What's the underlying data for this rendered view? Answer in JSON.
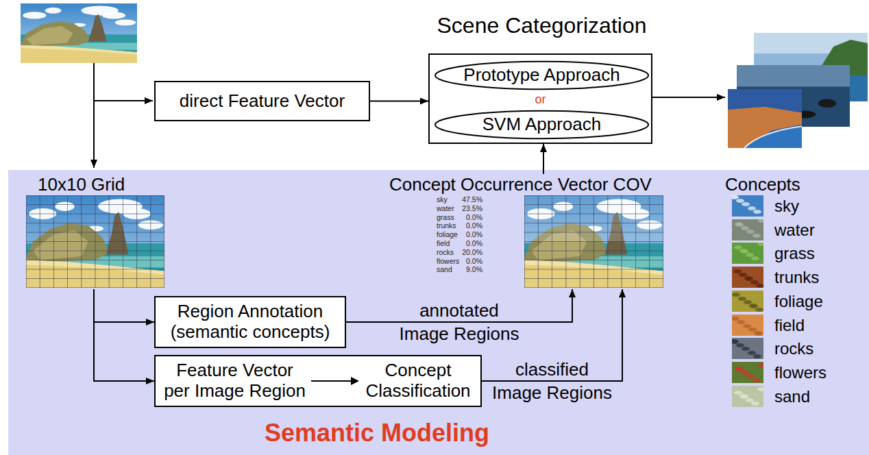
{
  "diagram": {
    "nodes": [
      {
        "text": [
          "Scene Categorization",
          "or"
        ]
      },
      {
        "text": [
          "Prototype Approach"
        ],
        "in": 0
      },
      {
        "text": [
          "SVM Approach"
        ],
        "in": 0
      },
      {
        "text": [
          "direct Feature Vector"
        ]
      },
      {
        "text": [
          "Semantic Modeling"
        ]
      },
      {
        "text": [
          "10x10 Grid"
        ],
        "in": 4
      },
      {
        "text": [
          "Concept Occurrence Vector COV"
        ],
        "in": 4
      },
      {
        "text": [
          "Region Annotation (semantic concepts)"
        ],
        "in": 4
      },
      {
        "text": [
          "Feature Vector per Image Region",
          "Concept Classification"
        ],
        "in": 4
      }
    ],
    "edges": [
      {
        "from": 3,
        "to": 0,
        "arrow": "to"
      },
      {
        "from": 6,
        "to": 0,
        "arrow": "to"
      },
      {
        "from": 5,
        "to": 7,
        "arrow": "to"
      },
      {
        "from": 5,
        "to": 8,
        "arrow": "to"
      },
      {
        "from": 7,
        "to": 6,
        "label": "annotated Image Regions",
        "arrow": "to"
      },
      {
        "from": 8,
        "to": 6,
        "label": "classified Image Regions",
        "arrow": "to"
      }
    ],
    "labels": [
      "sky",
      "47.5%",
      "water",
      "23.5%",
      "grass",
      "0.0%",
      "trunks",
      "0.0%",
      "foliage",
      "0.0%",
      "field",
      "0.0%",
      "rocks",
      "20.0%",
      "flowers",
      "0.0%",
      "sand",
      "9.0%",
      "Concepts"
    ],
    "legend": [
      {
        "text": "sky"
      },
      {
        "text": "water"
      },
      {
        "text": "grass"
      },
      {
        "text": "trunks"
      },
      {
        "text": "foliage"
      },
      {
        "text": "field"
      },
      {
        "text": "rocks"
      },
      {
        "text": "flowers"
      },
      {
        "text": "sand"
      }
    ]
  }
}
